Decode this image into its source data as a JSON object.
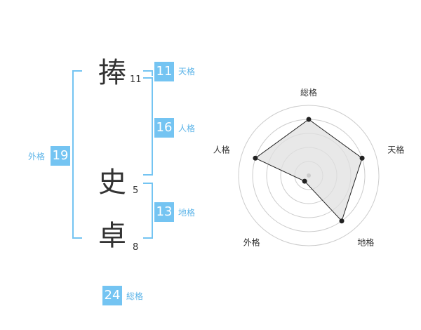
{
  "name": {
    "chars": [
      {
        "char": "捧",
        "strokes": "11"
      },
      {
        "char": "史",
        "strokes": "5"
      },
      {
        "char": "卓",
        "strokes": "8"
      }
    ]
  },
  "kakusu": {
    "tenkaku": {
      "value": "11",
      "label": "天格"
    },
    "jinkaku": {
      "value": "16",
      "label": "人格"
    },
    "chikaku": {
      "value": "13",
      "label": "地格"
    },
    "gaikaku": {
      "value": "19",
      "label": "外格"
    },
    "soukaku": {
      "value": "24",
      "label": "総格"
    }
  },
  "chart_data": {
    "type": "radar",
    "axes": [
      "総格",
      "天格",
      "地格",
      "外格",
      "人格"
    ],
    "values": [
      4,
      4,
      4,
      0.5,
      4
    ],
    "rmax": 5,
    "rings": 5,
    "colors": {
      "fill": "#e0e0e0",
      "line": "#222222",
      "grid": "#cccccc"
    }
  }
}
